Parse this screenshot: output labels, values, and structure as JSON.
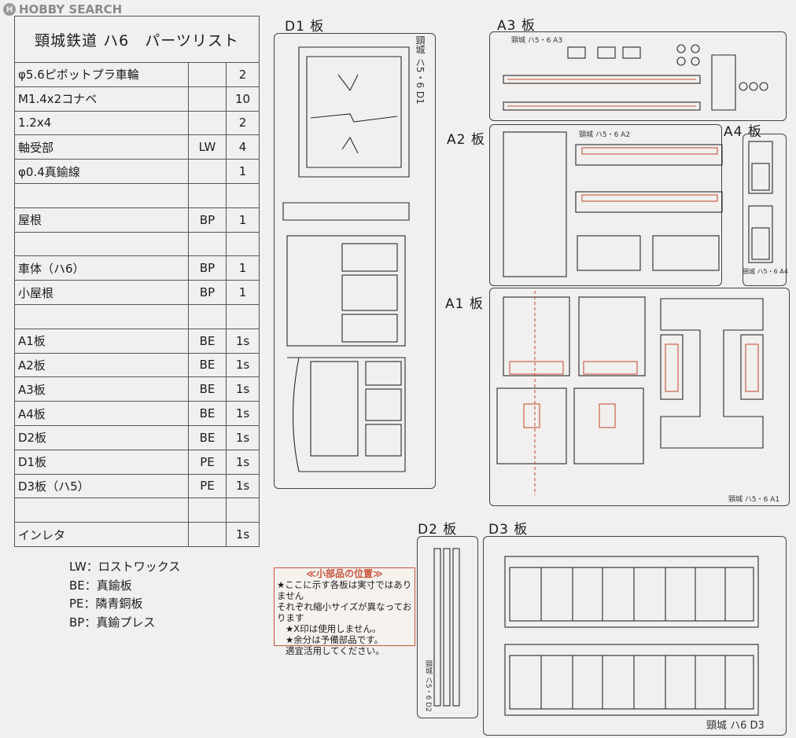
{
  "watermark": {
    "text": "HOBBY SEARCH",
    "icon": "hobbysearch-logo-icon"
  },
  "parts_list": {
    "title": "頸城鉄道 ハ6　パーツリスト",
    "rows": [
      {
        "name": "φ5.6ピボットプラ車輪",
        "code": "",
        "qty": "2"
      },
      {
        "name": "M1.4x2コナベ",
        "code": "",
        "qty": "10"
      },
      {
        "name": "1.2x4",
        "code": "",
        "qty": "2"
      },
      {
        "name": "軸受部",
        "code": "LW",
        "qty": "4"
      },
      {
        "name": "φ0.4真鍮線",
        "code": "",
        "qty": "1"
      },
      {
        "name": "",
        "code": "",
        "qty": ""
      },
      {
        "name": "屋根",
        "code": "BP",
        "qty": "1"
      },
      {
        "name": "",
        "code": "",
        "qty": ""
      },
      {
        "name": "車体（ハ6）",
        "code": "BP",
        "qty": "1"
      },
      {
        "name": "小屋根",
        "code": "BP",
        "qty": "1"
      },
      {
        "name": "",
        "code": "",
        "qty": ""
      },
      {
        "name": "A1板",
        "code": "BE",
        "qty": "1s"
      },
      {
        "name": "A2板",
        "code": "BE",
        "qty": "1s"
      },
      {
        "name": "A3板",
        "code": "BE",
        "qty": "1s"
      },
      {
        "name": "A4板",
        "code": "BE",
        "qty": "1s"
      },
      {
        "name": "D2板",
        "code": "BE",
        "qty": "1s"
      },
      {
        "name": "D1板",
        "code": "PE",
        "qty": "1s"
      },
      {
        "name": "D3板（ハ5）",
        "code": "PE",
        "qty": "1s"
      },
      {
        "name": "",
        "code": "",
        "qty": ""
      },
      {
        "name": "インレタ",
        "code": "",
        "qty": "1s"
      }
    ]
  },
  "legend": [
    "LW：ロストワックス",
    "BE：真鍮板",
    "PE：隣青銅板",
    "BP：真鍮プレス"
  ],
  "note": {
    "title": "≪小部品の位置≫",
    "lines": [
      "★ここに示す各板は実寸ではありません",
      "それぞれ縮小サイズが異なっております",
      "★X印は使用しません。",
      "★余分は予備部品です。",
      "適宜活用してください。"
    ]
  },
  "sheets": {
    "d1": {
      "label": "D1 板",
      "stamp": "頸城 ハ5・6 D1"
    },
    "a3": {
      "label": "A3 板",
      "stamp": "頸城 ハ5・6 A3"
    },
    "a2": {
      "label": "A2 板",
      "stamp": "頸城 ハ5・6 A2"
    },
    "a4": {
      "label": "A4 板",
      "stamp": "頸城 ハ5・6 A4"
    },
    "a1": {
      "label": "A1 板",
      "stamp": "頸城 ハ5・6 A1"
    },
    "d2": {
      "label": "D2 板",
      "stamp": "頸城 ハ5・6 D2"
    },
    "d3": {
      "label": "D3 板",
      "stamp": "頸城 ハ6 D3"
    }
  },
  "colors": {
    "ink": "#1c1c1c",
    "highlight": "#c8543c",
    "paper": "#f1f0ee"
  }
}
